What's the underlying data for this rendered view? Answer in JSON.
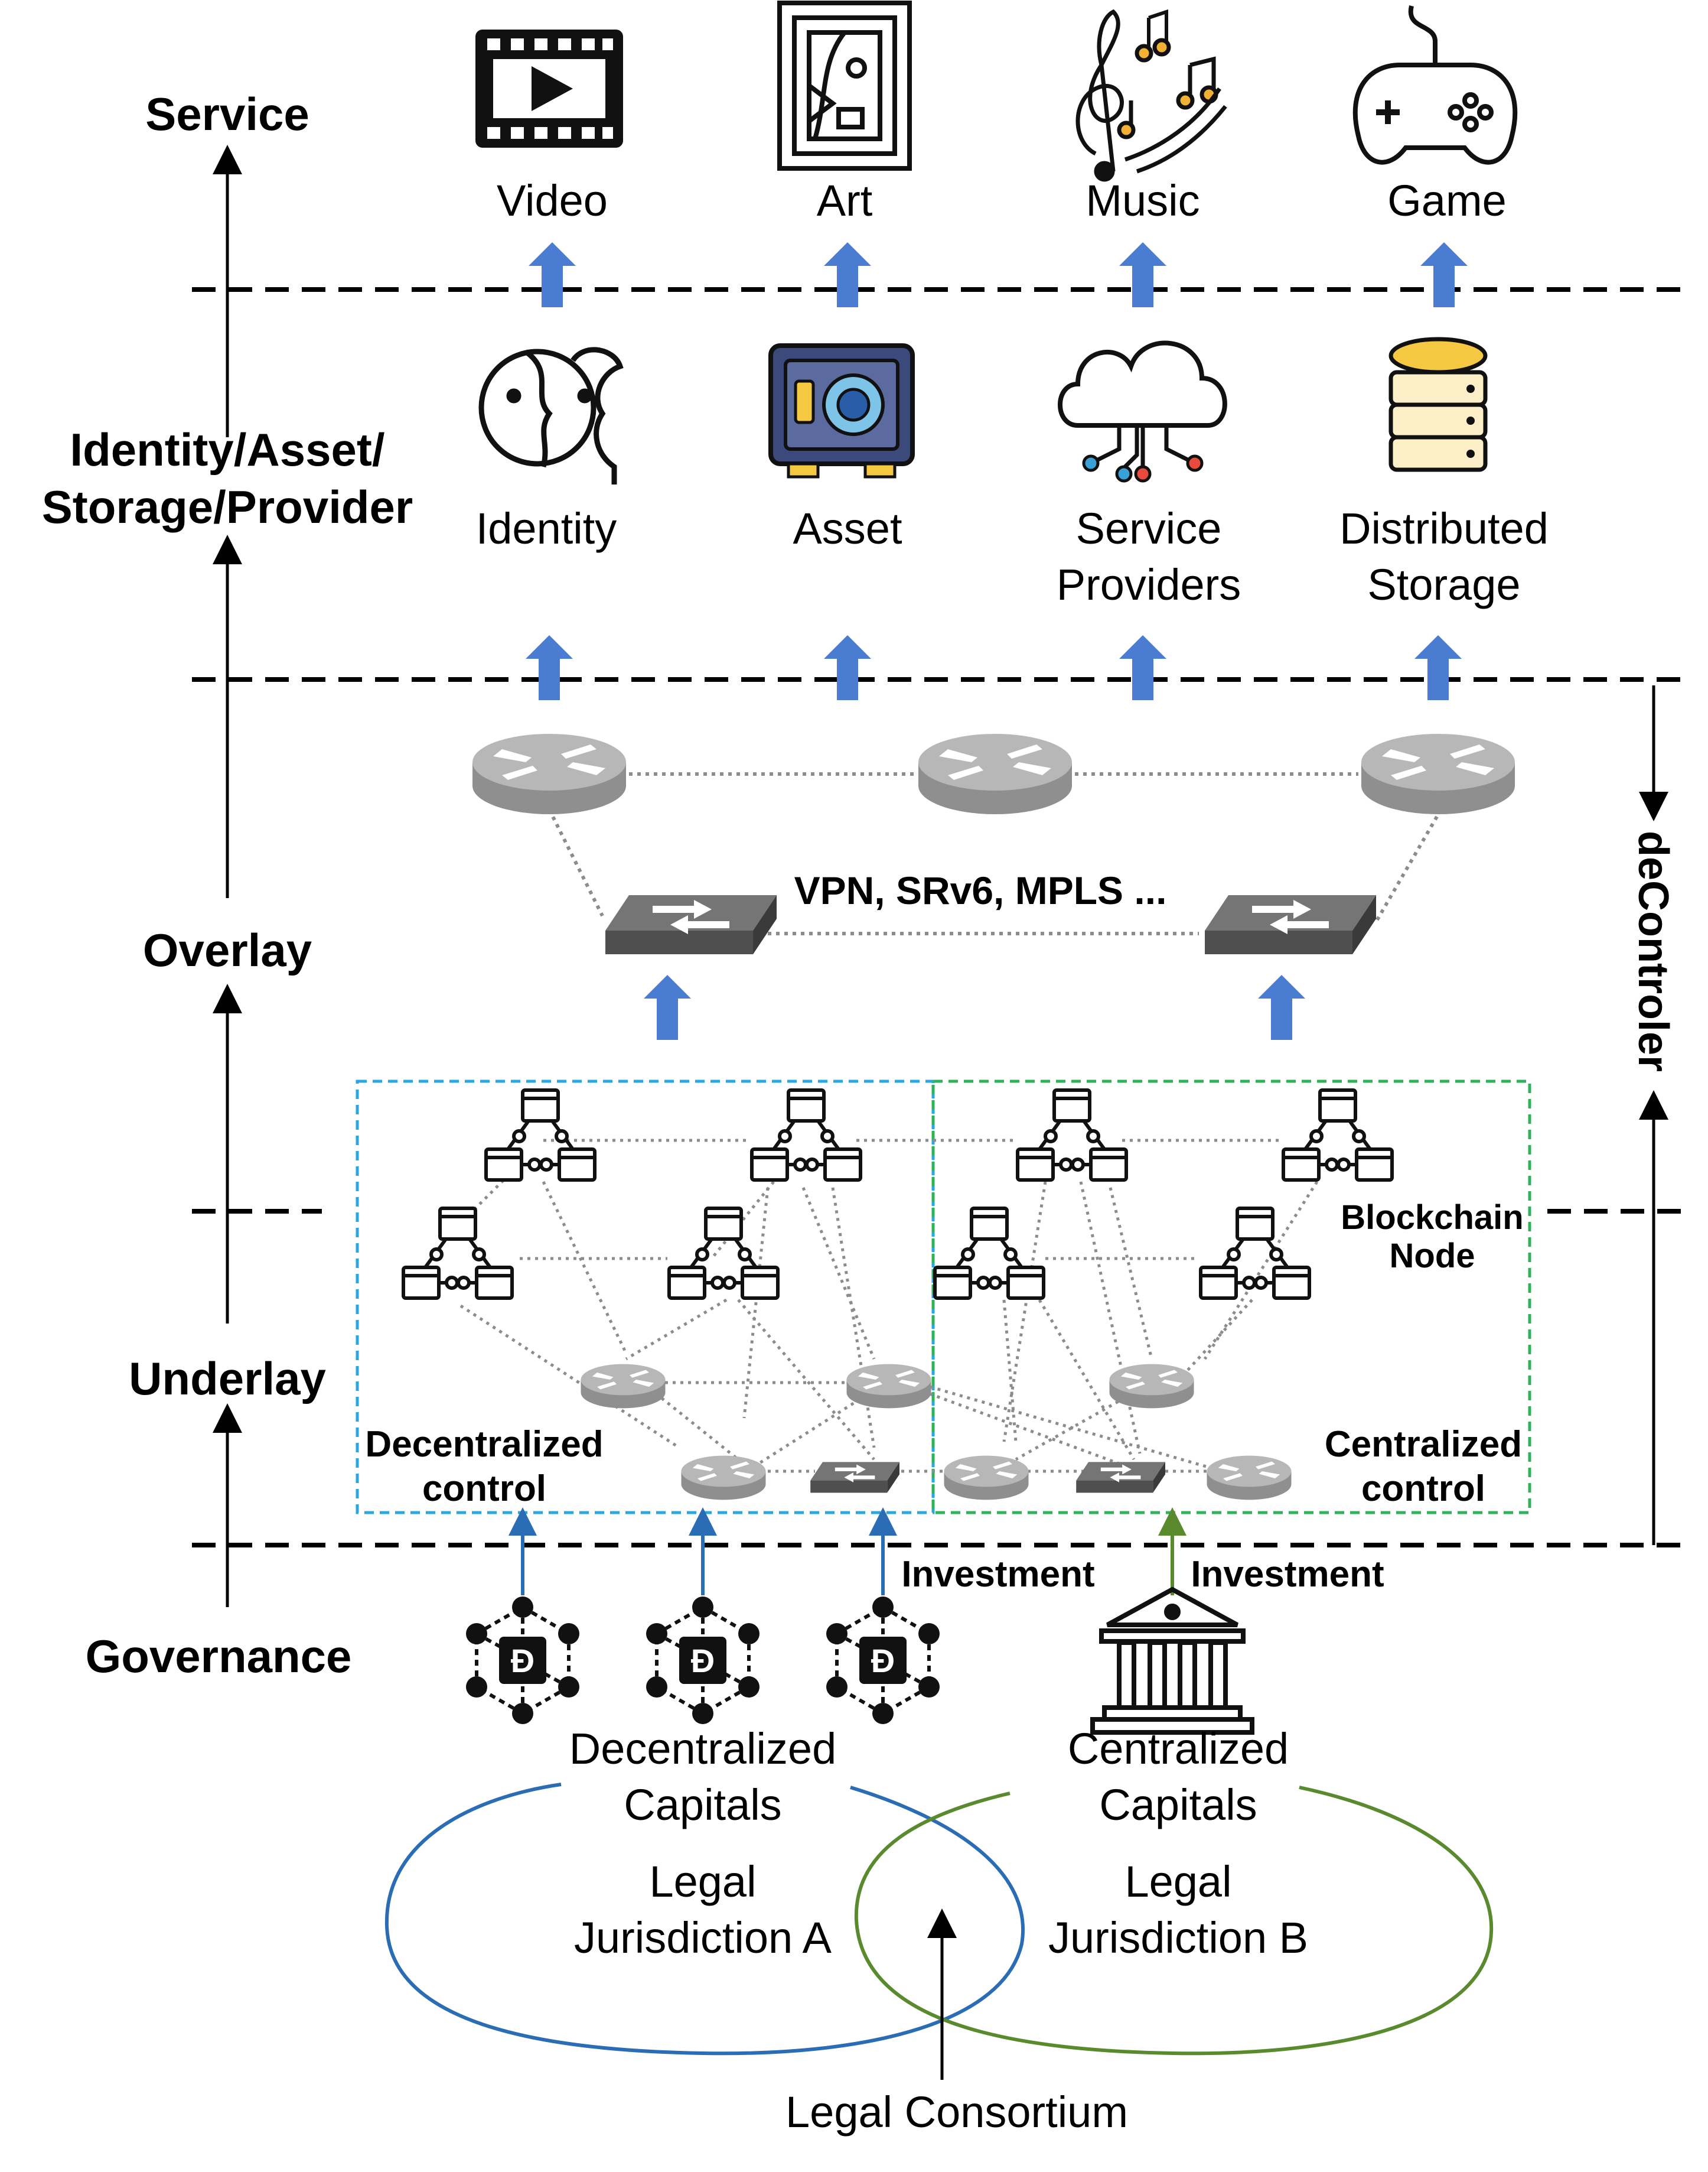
{
  "layers": {
    "service": "Service",
    "identity_line1": "Identity/Asset/",
    "identity_line2": "Storage/Provider",
    "overlay": "Overlay",
    "underlay": "Underlay",
    "governance": "Governance"
  },
  "services": [
    "Video",
    "Art",
    "Music",
    "Game"
  ],
  "identity_items": {
    "identity": "Identity",
    "asset": "Asset",
    "providers_1": "Service",
    "providers_2": "Providers",
    "storage_1": "Distributed",
    "storage_2": "Storage"
  },
  "overlay": {
    "protocols": "VPN, SRv6, MPLS ..."
  },
  "decontroller": "deControler",
  "underlay": {
    "blockchain_1": "Blockchain",
    "blockchain_2": "Node",
    "decentralized_1": "Decentralized",
    "decentralized_2": "control",
    "centralized_1": "Centralized",
    "centralized_2": "control"
  },
  "governance": {
    "investment_left": "Investment",
    "investment_right": "Investment",
    "dcap_1": "Decentralized",
    "dcap_2": "Capitals",
    "ccap_1": "Centralized",
    "ccap_2": "Capitals",
    "juris_a_1": "Legal",
    "juris_a_2": "Jurisdiction A",
    "juris_b_1": "Legal",
    "juris_b_2": "Jurisdiction B",
    "consortium": "Legal Consortium"
  },
  "colors": {
    "flow_arrow": "#4a7dd1",
    "decentralized": "#2a6db5",
    "centralized": "#5a8a2e",
    "decentralized_box": "#2aa7e0",
    "centralized_box": "#2eb35a",
    "router": "#a6a6a6",
    "switch": "#6a6a6a"
  },
  "icons": [
    "video-icon",
    "art-icon",
    "music-icon",
    "game-icon",
    "identity-icon",
    "safe-icon",
    "cloud-icon",
    "database-icon",
    "router-icon",
    "switch-icon",
    "blockchain-node-icon",
    "dao-token-icon",
    "bank-icon"
  ]
}
